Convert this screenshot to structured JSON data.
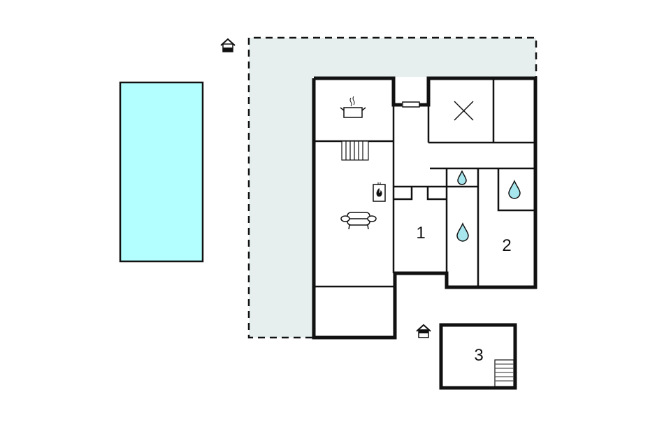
{
  "plan": {
    "type": "floor-plan",
    "background": "#ffffff",
    "colors": {
      "wall": "#111111",
      "terrace_fill": "#e6eeee",
      "pool_fill": "#b3ffff",
      "water_drop_fill": "#a8e6ee"
    },
    "rooms": [
      {
        "id": "bedroom-1",
        "label": "1"
      },
      {
        "id": "bedroom-2",
        "label": "2"
      },
      {
        "id": "bedroom-3",
        "label": "3"
      }
    ],
    "icons": [
      {
        "name": "entrance-icon",
        "meaning": "entrance"
      },
      {
        "name": "entrance-icon",
        "meaning": "entrance"
      },
      {
        "name": "kitchen-pot-icon",
        "meaning": "kitchen"
      },
      {
        "name": "stove-fireplace-icon",
        "meaning": "fireplace"
      },
      {
        "name": "sofa-icon",
        "meaning": "living room"
      },
      {
        "name": "water-drop-icon",
        "meaning": "bathroom"
      },
      {
        "name": "water-drop-icon",
        "meaning": "bathroom"
      },
      {
        "name": "water-drop-icon",
        "meaning": "bathroom"
      },
      {
        "name": "cross-mark-icon",
        "meaning": "void / no access"
      },
      {
        "name": "stairs-icon",
        "meaning": "stairs"
      },
      {
        "name": "stairs-icon",
        "meaning": "stairs"
      }
    ],
    "areas": [
      {
        "id": "pool",
        "label": ""
      },
      {
        "id": "terrace",
        "label": ""
      }
    ]
  }
}
